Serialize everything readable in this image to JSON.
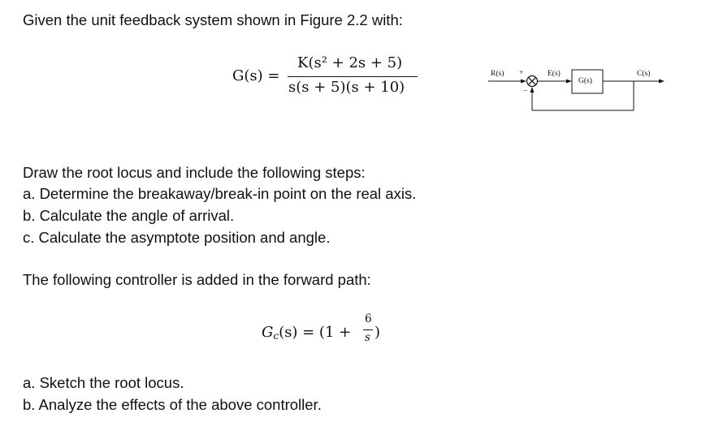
{
  "intro": "Given the unit feedback system shown in Figure 2.2 with:",
  "plant_tf": {
    "lhs": "G(s) =",
    "numerator": "K(s² + 2s + 5)",
    "denominator": "s(s + 5)(s + 10)"
  },
  "block_diagram": {
    "input": "R(s)",
    "plus_sign": "+",
    "minus_sign": "−",
    "error": "E(s)",
    "block": "G(s)",
    "output": "C(s)"
  },
  "task_intro": "Draw the root locus and include the following steps:",
  "steps": [
    "a. Determine the breakaway/break-in point on the real axis.",
    "b. Calculate the angle of arrival.",
    "c. Calculate the asymptote position and angle."
  ],
  "controller_intro": "The following controller is added in the forward path:",
  "controller_tf": {
    "lhs": "G",
    "lhs_sub": "c",
    "lhs_rest": "(s) = (1 +",
    "frac_num": "6",
    "frac_den": "s",
    "close": ")"
  },
  "final_tasks": [
    "a. Sketch the root locus.",
    "b. Analyze the effects of the above controller."
  ]
}
